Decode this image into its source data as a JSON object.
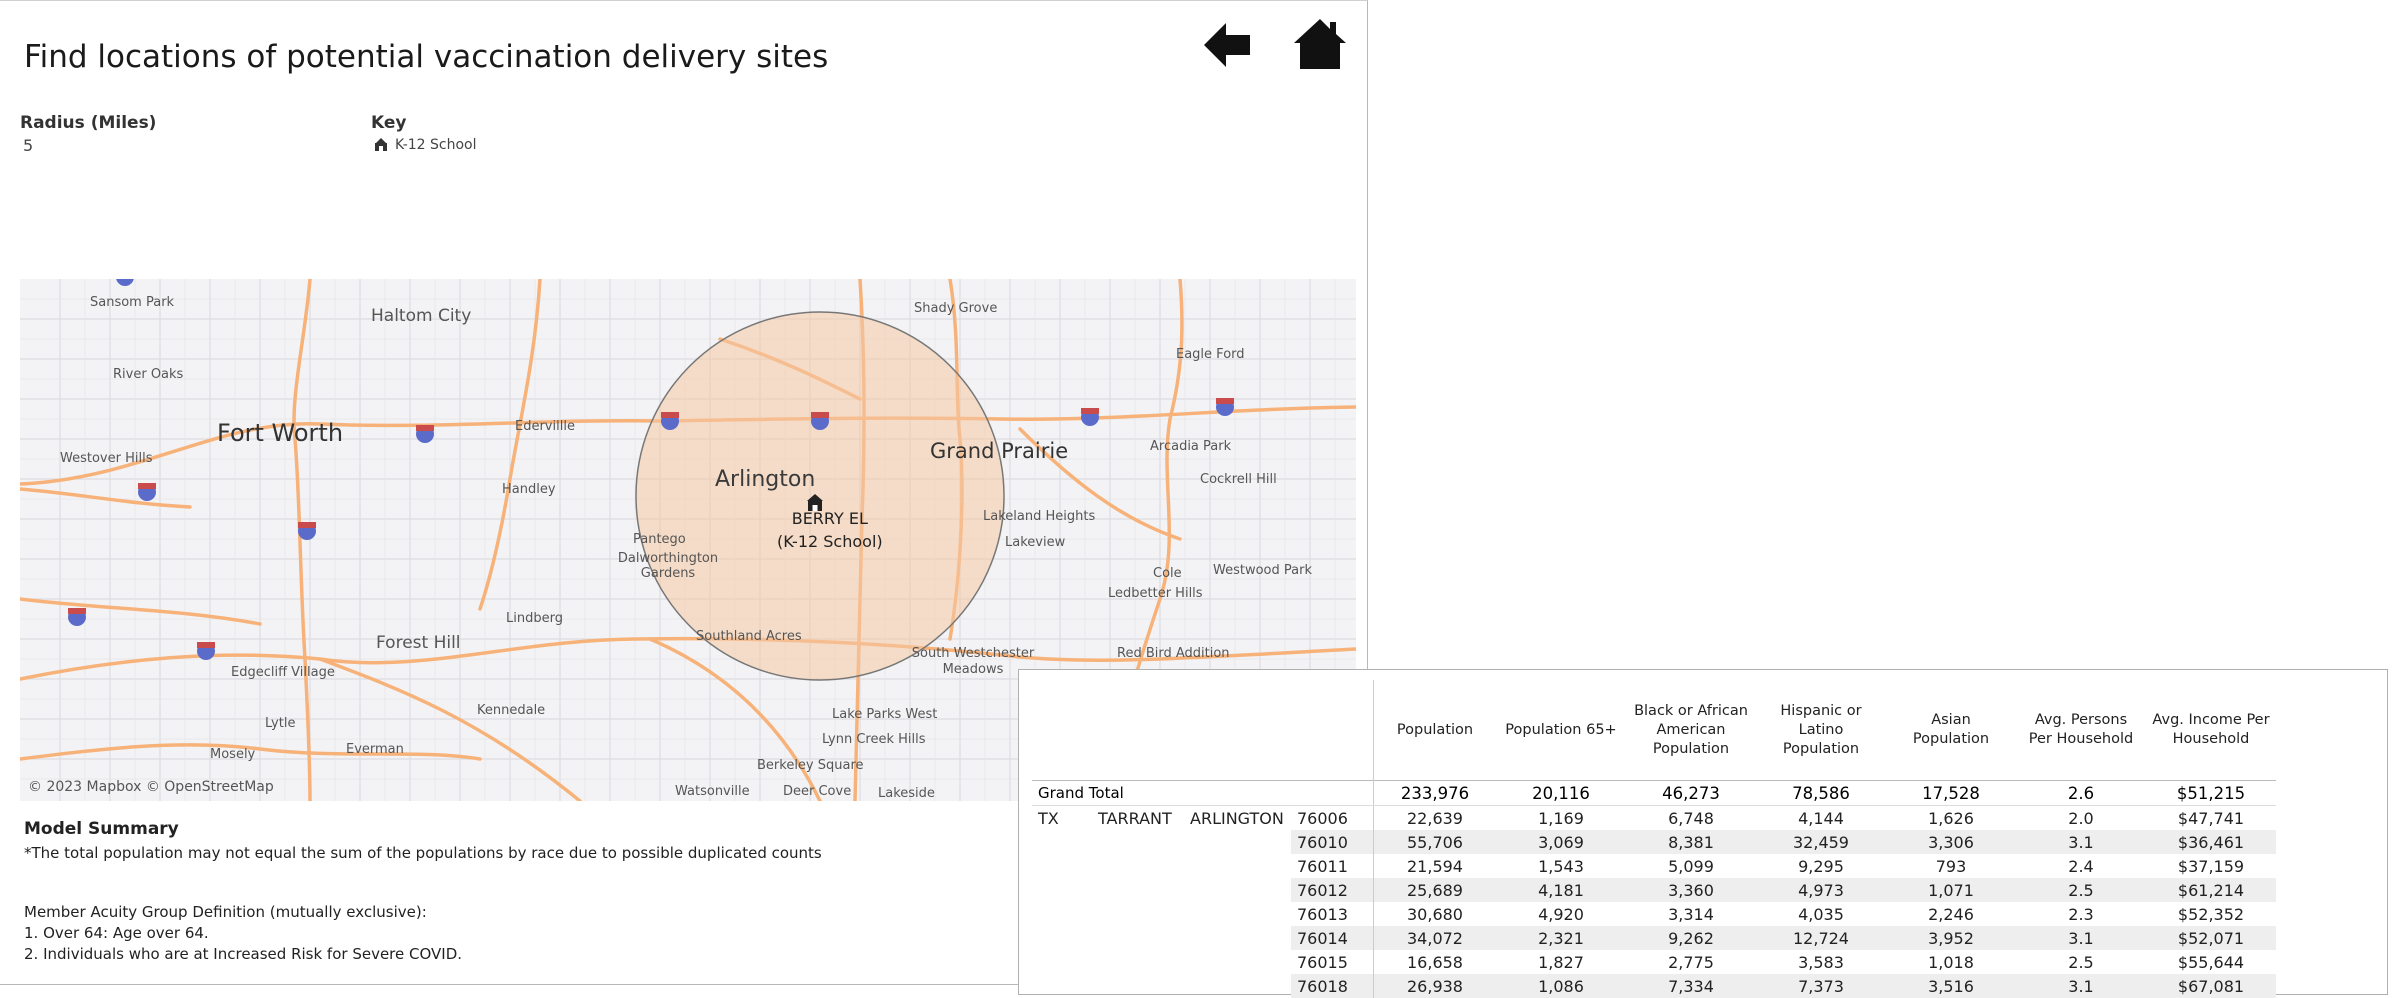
{
  "header": {
    "title": "Find locations of potential vaccination delivery sites",
    "back_icon": "back-arrow-icon",
    "home_icon": "home-icon"
  },
  "filters": {
    "radius_label": "Radius (Miles)",
    "radius_value": "5",
    "key_label": "Key",
    "key_item": "K-12 School",
    "key_icon": "school-icon"
  },
  "map": {
    "cities_large": [
      "Fort Worth",
      "Arlington",
      "Grand Prairie"
    ],
    "places": [
      "Haltom City",
      "Sansom Park",
      "River Oaks",
      "Westover Hills",
      "Edgecliff Village",
      "Lytle",
      "Mosely",
      "Everman",
      "Forest Hill",
      "Kennedale",
      "Lindberg",
      "Handley",
      "Pantego",
      "Dalworthington Gardens",
      "Southland Acres",
      "Lake Parks West",
      "Lynn Creek Hills",
      "Berkeley Square",
      "Watsonville",
      "Deer Cove",
      "Lakeside",
      "South Westchester Meadows",
      "Red Bird Addition",
      "Ledbetter Hills",
      "Cole",
      "Westwood Park",
      "Lakeview",
      "Lakeland Heights",
      "Cockrell Hill",
      "Arcadia Park",
      "Eagle Ford",
      "Shady Grove",
      "Edervillle"
    ],
    "marker_name": "BERRY EL",
    "marker_type": "(K-12 School)",
    "copyright": "© 2023 Mapbox © OpenStreetMap",
    "radius_color": "#f5c9a3",
    "road_color": "#f7b27a"
  },
  "summary": {
    "heading": "Model Summary",
    "note": "*The total population may not equal the sum of the populations by race due to possible duplicated counts",
    "def_heading": "Member Acuity Group Definition (mutually exclusive):",
    "def_1": "1. Over 64: Age over 64.",
    "def_2": "2. Individuals who are at Increased Risk for Severe COVID."
  },
  "table": {
    "headers": [
      "Population",
      "Population 65+",
      "Black or African American Population",
      "Hispanic or Latino Population",
      "Asian Population",
      "Avg. Persons Per Household",
      "Avg. Income Per Household"
    ],
    "grand_total_label": "Grand Total",
    "grand_total": [
      "233,976",
      "20,116",
      "46,273",
      "78,586",
      "17,528",
      "2.6",
      "$51,215"
    ],
    "state": "TX",
    "county": "TARRANT",
    "city": "ARLINGTON",
    "rows": [
      {
        "zip": "76006",
        "vals": [
          "22,639",
          "1,169",
          "6,748",
          "4,144",
          "1,626",
          "2.0",
          "$47,741"
        ]
      },
      {
        "zip": "76010",
        "vals": [
          "55,706",
          "3,069",
          "8,381",
          "32,459",
          "3,306",
          "3.1",
          "$36,461"
        ]
      },
      {
        "zip": "76011",
        "vals": [
          "21,594",
          "1,543",
          "5,099",
          "9,295",
          "793",
          "2.4",
          "$37,159"
        ]
      },
      {
        "zip": "76012",
        "vals": [
          "25,689",
          "4,181",
          "3,360",
          "4,973",
          "1,071",
          "2.5",
          "$61,214"
        ]
      },
      {
        "zip": "76013",
        "vals": [
          "30,680",
          "4,920",
          "3,314",
          "4,035",
          "2,246",
          "2.3",
          "$52,352"
        ]
      },
      {
        "zip": "76014",
        "vals": [
          "34,072",
          "2,321",
          "9,262",
          "12,724",
          "3,952",
          "3.1",
          "$52,071"
        ]
      },
      {
        "zip": "76015",
        "vals": [
          "16,658",
          "1,827",
          "2,775",
          "3,583",
          "1,018",
          "2.5",
          "$55,644"
        ]
      },
      {
        "zip": "76018",
        "vals": [
          "26,938",
          "1,086",
          "7,334",
          "7,373",
          "3,516",
          "3.1",
          "$67,081"
        ]
      }
    ]
  }
}
